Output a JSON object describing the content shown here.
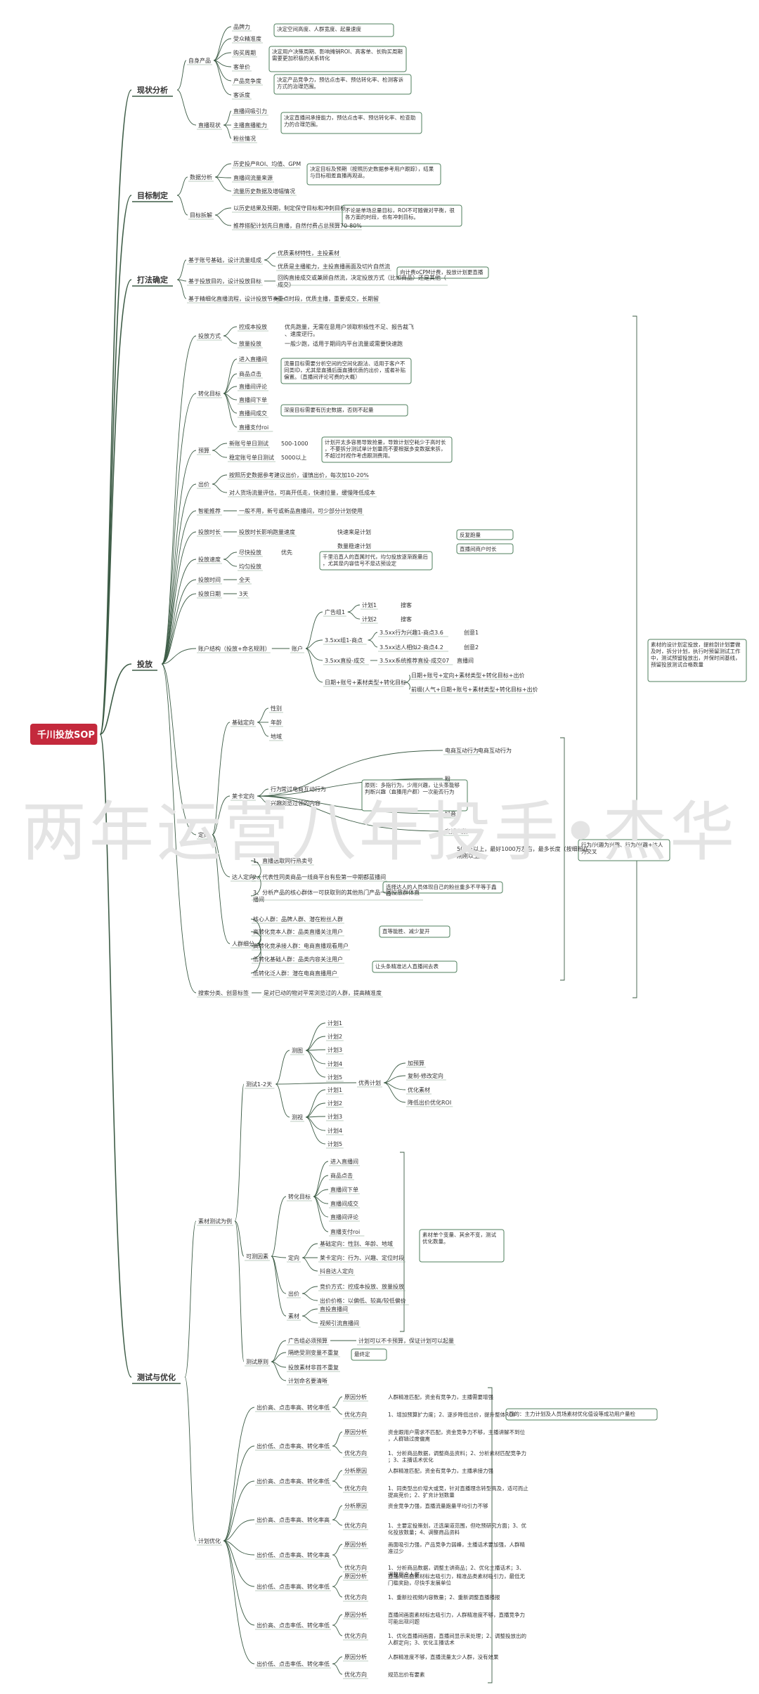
{
  "root": "千川投放SOP",
  "watermark": "两年运营八年投手•杰华",
  "colors": {
    "root_bg": "#c4293c",
    "accent": "#4f7f5d",
    "line": "#3d5c46",
    "text": "#333333",
    "watermark": "#e4e4e4"
  },
  "nodes": [
    [
      "b1",
      "root",
      "现状分析"
    ],
    [
      "b1a",
      "b1",
      "自身产品"
    ],
    [
      "b1a1",
      "b1a",
      "品牌力"
    ],
    [
      "b1a2",
      "b1a",
      "受众精准度"
    ],
    [
      "b1a3",
      "b1a",
      "购买周期"
    ],
    [
      "b1a4",
      "b1a",
      "客单价"
    ],
    [
      "b1a5",
      "b1a",
      "产品竞争度"
    ],
    [
      "b1a6",
      "b1a",
      "客诉度"
    ],
    [
      "b1b",
      "b1",
      "直播现状"
    ],
    [
      "b1b1",
      "b1b",
      "直播间吸引力"
    ],
    [
      "b1b2",
      "b1b",
      "主播直播能力"
    ],
    [
      "b1b3",
      "b1b",
      "粉丝情况"
    ],
    [
      "b2",
      "root",
      "目标制定"
    ],
    [
      "b2a",
      "b2",
      "数据分析"
    ],
    [
      "b2a1",
      "b2a",
      "历史投产ROI、均值、GPM"
    ],
    [
      "b2a2",
      "b2a",
      "直播间流量来源"
    ],
    [
      "b2a3",
      "b2a",
      "流量历史数据及增幅情况"
    ],
    [
      "b2b",
      "b2",
      "目标拆解"
    ],
    [
      "b2b1",
      "b2b",
      "以历史结果及预期，制定保守目标和冲刺目标"
    ],
    [
      "b2b2",
      "b2b",
      "推荐搭配计划先日直播，自然付费占总预算70-80%"
    ],
    [
      "b3",
      "root",
      "打法确定"
    ],
    [
      "b3a",
      "b3",
      "基于账号基础，设计流量组成"
    ],
    [
      "b3a1",
      "b3a",
      "优质素材特性，主投素材"
    ],
    [
      "b3a2",
      "b3a",
      "优质是主播能力，主投直播画面及切片自然流"
    ],
    [
      "b3b",
      "b3",
      "基于投放目的，设计投放目标"
    ],
    [
      "b3b1",
      "b3b",
      "回购直接成交或兼顾自然流，决定投放方式（比如商品）还是其他（成交）"
    ],
    [
      "b3c",
      "b3",
      "基于精细化直播流程，设计投放节奏"
    ],
    [
      "b3c1",
      "b3c",
      "重点时段，优质主播，重要成交，长期留"
    ],
    [
      "b4",
      "root",
      "投放"
    ],
    [
      "b4a",
      "b4",
      "投放方式"
    ],
    [
      "b4a1",
      "b4a",
      "控成本投放"
    ],
    [
      "b4a2",
      "b4a",
      "放量投放"
    ],
    [
      "b4b",
      "b4",
      "转化目标"
    ],
    [
      "b4b1",
      "b4b",
      "进入直播间"
    ],
    [
      "b4b2",
      "b4b",
      "商品点击"
    ],
    [
      "b4b3",
      "b4b",
      "直播间评论"
    ],
    [
      "b4b4",
      "b4b",
      "直播间下单"
    ],
    [
      "b4b5",
      "b4b",
      "直播间成交"
    ],
    [
      "b4b6",
      "b4b",
      "直播支付roi"
    ],
    [
      "b4c",
      "b4",
      "预算"
    ],
    [
      "b4c1",
      "b4c",
      "新账号单日测试"
    ],
    [
      "b4c2",
      "b4c",
      "稳定账号单日测试"
    ],
    [
      "b4d",
      "b4",
      "出价"
    ],
    [
      "b4d1",
      "b4d",
      "按照历史数据参考建议出价，谨慎出价，每次加10-20%"
    ],
    [
      "b4d2",
      "b4d",
      "对人货场流量评估，可高开低走，快速拉量，缓慢降低成本"
    ],
    [
      "b4e",
      "b4",
      "智能推荐"
    ],
    [
      "b4e1",
      "b4e",
      "一般不用，新号或新品直播间，可少部分计划使用"
    ],
    [
      "b4f",
      "b4",
      "投放时长"
    ],
    [
      "b4f1",
      "b4f",
      "投放时长影响跑量速度"
    ],
    [
      "b4g",
      "b4",
      "投放速度"
    ],
    [
      "b4g1",
      "b4g",
      "尽快投放"
    ],
    [
      "b4g2",
      "b4g",
      "均匀投放"
    ],
    [
      "b4h",
      "b4",
      "投放时间"
    ],
    [
      "b4h1",
      "b4h",
      "全天"
    ],
    [
      "b4i",
      "b4",
      "投放日期"
    ],
    [
      "b4i1",
      "b4i",
      "3天"
    ],
    [
      "b4j",
      "b4",
      "账户结构（投放+命名规则）"
    ],
    [
      "b4j1",
      "b4j",
      "账户"
    ],
    [
      "b4j1a",
      "b4j1",
      "广告组1"
    ],
    [
      "b4j1a1",
      "b4j1a",
      "计划1"
    ],
    [
      "b4j1a2",
      "b4j1a",
      "计划2"
    ],
    [
      "b4j1b",
      "b4j1",
      "3.5xx组1-商点"
    ],
    [
      "b4j1b1",
      "b4j1b",
      "3.5xx行为兴趣1-商点3.6"
    ],
    [
      "b4j1b2",
      "b4j1b",
      "3.5xx达人相似2-商点4.2"
    ],
    [
      "b4j1c",
      "b4j1",
      "3.5xx直投-成交"
    ],
    [
      "b4j1c1",
      "b4j1c",
      "3.5xx系统推荐直投-成交07"
    ],
    [
      "b4j1d",
      "b4j1",
      "日期+账号+素材类型+转化目标"
    ],
    [
      "b4j1d1",
      "b4j1d",
      "日期+账号+定向+素材类型+转化目标+出价"
    ],
    [
      "b4j1d2",
      "b4j1d",
      "前缀(人气+日期+账号+素材类型+转化目标+出价"
    ],
    [
      "b4k",
      "b4",
      "定向"
    ],
    [
      "b4k1",
      "b4k",
      "基础定向"
    ],
    [
      "b4k1a",
      "b4k1",
      "性别"
    ],
    [
      "b4k1b",
      "b4k1",
      "年龄"
    ],
    [
      "b4k1c",
      "b4k1",
      "地域"
    ],
    [
      "b4k2",
      "b4k",
      "莱卡定向"
    ],
    [
      "b4k2a",
      "b4k2",
      "行为"
    ],
    [
      "b4k2b",
      "b4k2",
      "兴趣"
    ],
    [
      "b4k2c",
      "b4k2",
      "电商互动行为"
    ],
    [
      "b4k2d",
      "b4k2",
      "粉"
    ],
    [
      "b4k2e",
      "b4k2",
      "抖音"
    ],
    [
      "b4k2f",
      "b4k2",
      "直播人数"
    ],
    [
      "b4k3",
      "b4k",
      "达人定向"
    ],
    [
      "b4k3a",
      "b4k3",
      "1、直播选取同行热卖号"
    ],
    [
      "b4k3b",
      "b4k3",
      "2、代表性同类商品一线商平台有些第一中期都蓝播间"
    ],
    [
      "b4k3c",
      "b4k3",
      "3、分析产品的核心群体一可获取到的其他热门产品一同投放群体直播间"
    ],
    [
      "b4k4",
      "b4k",
      "人群细分"
    ],
    [
      "b4k4a",
      "b4k4",
      "核心人群：品牌人群、潜在粉丝人群"
    ],
    [
      "b4k4b",
      "b4k4",
      "高转化竞本人群：品类直播关注用户"
    ],
    [
      "b4k4c",
      "b4k4",
      "高转化竞承接人群：电商直播观看用户"
    ],
    [
      "b4k4d",
      "b4k4",
      "低转化基础人群：品类内容关注用户"
    ],
    [
      "b4k4e",
      "b4k4",
      "低转化泛人群：潜在电商直播用户"
    ],
    [
      "b4l",
      "b4",
      "搜索分类、创意标签"
    ],
    [
      "b4l1",
      "b4l",
      "是对已动的物对平常浏览过的人群，提高精准度"
    ],
    [
      "b5",
      "root",
      "测试与优化"
    ],
    [
      "b5a",
      "b5",
      "素材测试为例"
    ],
    [
      "b5a1",
      "b5a",
      "测试1-2天"
    ],
    [
      "b5a1a",
      "b5a1",
      "测图"
    ],
    [
      "b5a1a1",
      "b5a1a",
      "计划1"
    ],
    [
      "b5a1a2",
      "b5a1a",
      "计划2"
    ],
    [
      "b5a1a3",
      "b5a1a",
      "计划3"
    ],
    [
      "b5a1a4",
      "b5a1a",
      "计划4"
    ],
    [
      "b5a1a5",
      "b5a1a",
      "计划5"
    ],
    [
      "b5a1b",
      "b5a1",
      "测视"
    ],
    [
      "b5a1b1",
      "b5a1b",
      "计划1"
    ],
    [
      "b5a1b2",
      "b5a1b",
      "计划2"
    ],
    [
      "b5a1b3",
      "b5a1b",
      "计划3"
    ],
    [
      "b5a1b4",
      "b5a1b",
      "计划4"
    ],
    [
      "b5a1b5",
      "b5a1b",
      "计划5"
    ],
    [
      "b5a1c",
      "b5a1",
      "优秀计划"
    ],
    [
      "b5a1c1",
      "b5a1c",
      "加预算"
    ],
    [
      "b5a1c2",
      "b5a1c",
      "复制-修改定向"
    ],
    [
      "b5a1c3",
      "b5a1c",
      "优化素材"
    ],
    [
      "b5a1c4",
      "b5a1c",
      "降低出价优化ROI"
    ],
    [
      "b5a2",
      "b5a",
      "可测因素"
    ],
    [
      "b5a2a",
      "b5a2",
      "转化目标"
    ],
    [
      "b5a2a1",
      "b5a2a",
      "进入直播间"
    ],
    [
      "b5a2a2",
      "b5a2a",
      "商品点击"
    ],
    [
      "b5a2a3",
      "b5a2a",
      "直播间下单"
    ],
    [
      "b5a2a4",
      "b5a2a",
      "直播间成交"
    ],
    [
      "b5a2a5",
      "b5a2a",
      "直播间评论"
    ],
    [
      "b5a2a6",
      "b5a2a",
      "直播支付roi"
    ],
    [
      "b5a2b",
      "b5a2",
      "定向"
    ],
    [
      "b5a2b1",
      "b5a2b",
      "基础定向：性别、年龄、地域"
    ],
    [
      "b5a2b2",
      "b5a2b",
      "莱卡定向：行为、兴趣、定位时段"
    ],
    [
      "b5a2b3",
      "b5a2b",
      "抖音达人定向"
    ],
    [
      "b5a2c",
      "b5a2",
      "出价"
    ],
    [
      "b5a2c1",
      "b5a2c",
      "竞价方式：控成本投放、放量投放"
    ],
    [
      "b5a2c2",
      "b5a2c",
      "出价价格：以偏低、较高/较低偏价"
    ],
    [
      "b5a2d",
      "b5a2",
      "素材"
    ],
    [
      "b5a2d1",
      "b5a2d",
      "直投直播间"
    ],
    [
      "b5a2d2",
      "b5a2d",
      "视频引流直播间"
    ],
    [
      "b5a3",
      "b5a",
      "测试原则"
    ],
    [
      "b5a3a",
      "b5a3",
      "广告组必须预算"
    ],
    [
      "b5a3a1",
      "b5a3a",
      "计划可以不卡预算，保证计划可以起量"
    ],
    [
      "b5a3b",
      "b5a3",
      "隔绝受测变量不重复"
    ],
    [
      "b5a3c",
      "b5a3",
      "投放素材非首不重复"
    ],
    [
      "b5a3d",
      "b5a3",
      "计划命名要清晰"
    ],
    [
      "b5b",
      "b5",
      "计划优化"
    ],
    [
      "b5b1",
      "b5b",
      "出价高、点击率高、转化率低"
    ],
    [
      "b5b1a",
      "b5b1",
      "原因分析"
    ],
    [
      "b5b1b",
      "b5b1",
      "优化方向"
    ],
    [
      "b5b2",
      "b5b",
      "出价低、点击率高、转化率低"
    ],
    [
      "b5b2a",
      "b5b2",
      "原因分析"
    ],
    [
      "b5b2b",
      "b5b2",
      "优化方向"
    ],
    [
      "b5b3",
      "b5b",
      "出价高、点击率高、转化率低"
    ],
    [
      "b5b3a",
      "b5b3",
      "分析原因"
    ],
    [
      "b5b3b",
      "b5b3",
      "优化方向"
    ],
    [
      "b5b4",
      "b5b",
      "出价高、点击率高、转化率高"
    ],
    [
      "b5b4a",
      "b5b4",
      "分析原因"
    ],
    [
      "b5b4b",
      "b5b4",
      "优化方向"
    ],
    [
      "b5b5",
      "b5b",
      "出价低、点击率高、转化率高"
    ],
    [
      "b5b5a",
      "b5b5",
      "原因分析"
    ],
    [
      "b5b5b",
      "b5b5",
      "优化方向"
    ],
    [
      "b5b6",
      "b5b",
      "出价低、点击率高、转化率低"
    ],
    [
      "b5b6a",
      "b5b6",
      "原因分析"
    ],
    [
      "b5b6b",
      "b5b6",
      "优化方向"
    ],
    [
      "b5b7",
      "b5b",
      "出价高、点击率低、转化率低"
    ],
    [
      "b5b7a",
      "b5b7",
      "原因分析"
    ],
    [
      "b5b7b",
      "b5b7",
      "优化方向"
    ],
    [
      "b5b8",
      "b5b",
      "出价低、点击率低、转化率低"
    ],
    [
      "b5b8a",
      "b5b8",
      "原因分析"
    ],
    [
      "b5b8b",
      "b5b8",
      "优化方向"
    ]
  ],
  "leaf_texts": [
    [
      "b4a1",
      "优先跑量，无需在意用户领取积极性不足、报告裁飞、速度逆行。"
    ],
    [
      "b4a2",
      "一般少跑，适用于期间内平台流量或需要快速跑"
    ],
    [
      "b4c1",
      "500-1000"
    ],
    [
      "b4c2",
      "5000以上"
    ],
    [
      "b4f1",
      "快速来是计划"
    ],
    [
      "b4f1b",
      "数量稳速计划"
    ],
    [
      "b4g1",
      "优先"
    ],
    [
      "b4k2a",
      "常过电商互动行为"
    ],
    [
      "b4k2b",
      "浏览过领的内容"
    ],
    [
      "b4k2c",
      "电商互动行为"
    ],
    [
      "b4k2f",
      "500万以上，最好1000万左右，最多长度（按细粉在刚刚以上）"
    ],
    [
      "b4j1a1",
      "搜客"
    ],
    [
      "b4j1a2",
      "搜客"
    ],
    [
      "b4j1b1",
      "创意1"
    ],
    [
      "b4j1b2",
      "创意2"
    ],
    [
      "b4j1c1",
      "直播间"
    ]
  ],
  "notes": [
    [
      "n1",
      "决定空间高度、人群宽度、起量速度"
    ],
    [
      "n2",
      "决定用户决策周期、影响摊销ROI、高客单、长购买周期需要更加积极的关系转化"
    ],
    [
      "n3",
      "决定产品竞争力，预估点击率、预估转化率、检测客诉方式的治理范围。"
    ],
    [
      "n4",
      "决定直播间承接能力，预估点击率、预估转化率、检查助力的合理范围。"
    ],
    [
      "n5",
      "决定目标及预期（按照历史数据参考用户跟踪），结果与目标相差直播再观返。"
    ],
    [
      "n6",
      "不论是单场总量目标，ROI不可随做对平衡，很各方面的时段，也有冲刺目标。"
    ],
    [
      "n7",
      "向计费oCPM计费，投放计划更直播"
    ],
    [
      "n8",
      "流量目标需要分析空间的空间化跑法、适用于客户不同类ID，尤其是直播后面直播优质的出价，或者补贴偏置。（直播间评论可费的大概）"
    ],
    [
      "n9",
      "深度目标需要有历史数据，否则不起量"
    ],
    [
      "n10",
      "计划开太多容易导致抢量，导致计划空耗少于高时长，不要拆分测试单计划量而不要根据多变数据来拆，不超过时视作考虑跟测费用。"
    ],
    [
      "n11",
      "反复跑量"
    ],
    [
      "n12",
      "直播间商户时长"
    ],
    [
      "n13",
      "千里沿直人的直属时代，均匀投放逐渐跑量后，尤其是内容信号不是达预设定"
    ],
    [
      "n14",
      "原则：多指行为，少用兴趣，让头条能够判断兴趣（直播用户群）一次能否行为"
    ],
    [
      "n15",
      "选择达人的人员体现自己的粉丝重多不平等于鑫设"
    ],
    [
      "n16",
      "直等能胜、减少复开"
    ],
    [
      "n17",
      "让头条精准达人直播间去表"
    ],
    [
      "n18",
      "素材的设计划定投放，提前剖计划要做及时，拆分计划，执行时预留测试工作中，测试预留投放出，并保时间基线，预留投放测试合格数量"
    ],
    [
      "n19",
      "行为/兴趣为兴趣、行为/兴趣+达人为交叉"
    ],
    [
      "n20",
      "素材单个变量、其余不变，测试优化数量。"
    ],
    [
      "n21",
      "最终定"
    ],
    [
      "n22",
      "目的：主力计划及人员场素材优化值设等成功用户量检"
    ]
  ],
  "b5b_details": [
    [
      "b5b1a",
      "人群精准匹配，资金有竞争力，主播需要增强"
    ],
    [
      "b5b1b",
      "1、增加预算扩力度；2、逐步降低出价，提升整体ROI"
    ],
    [
      "b5b2a",
      "资金跟用户需求不匹配，资金竞争力不够，主播讲解不到位，人群链过度偏离"
    ],
    [
      "b5b2b",
      "1、分析商品数据，调整商品资料；2、分析素材匹配竞争力；3、主播话术优化"
    ],
    [
      "b5b3a",
      "人群精准匹配，资金有竞争力，主播承接力强"
    ],
    [
      "b5b3b",
      "1、同类型出价增大或竞，针对直播理念转型高及，适可而止提高竞价；2、扩充计划数量"
    ],
    [
      "b5b4a",
      "资金竞争力强，直播流量跑量平均引力不够"
    ],
    [
      "b5b4b",
      "1、主要定投策划，迁选渠道范围，但吃预研究方面；3、优化投放数量；4、调整商品资料"
    ],
    [
      "b5b5a",
      "画面吸引力强，产品竞争力弱峰，主播话术要加强，人群精准过少"
    ],
    [
      "b5b5b",
      "1、分析商品数据，调整主讲商品；2、优化主播话术；3、调整用户人群"
    ],
    [
      "b5b6a",
      "直播间画面素材标志吸引力，精准品类素材吸引力，最低无门槛奖励，尽快手发展单位"
    ],
    [
      "b5b6b",
      "1、重新拉视频内容数量；2、重新调整直播播报"
    ],
    [
      "b5b7a",
      "直播间画面素材标志吸引力，人群精准度不够，直播竞争力可能出现问题"
    ],
    [
      "b5b7b",
      "1、优化直播间画面，直播间显示来处理；2、调整投放出的人群定向；3、优化主播话术"
    ],
    [
      "b5b8a",
      "人群精准度不够，直播流量太少人群，没有效果"
    ],
    [
      "b5b8b",
      "规范出价有要素"
    ]
  ]
}
